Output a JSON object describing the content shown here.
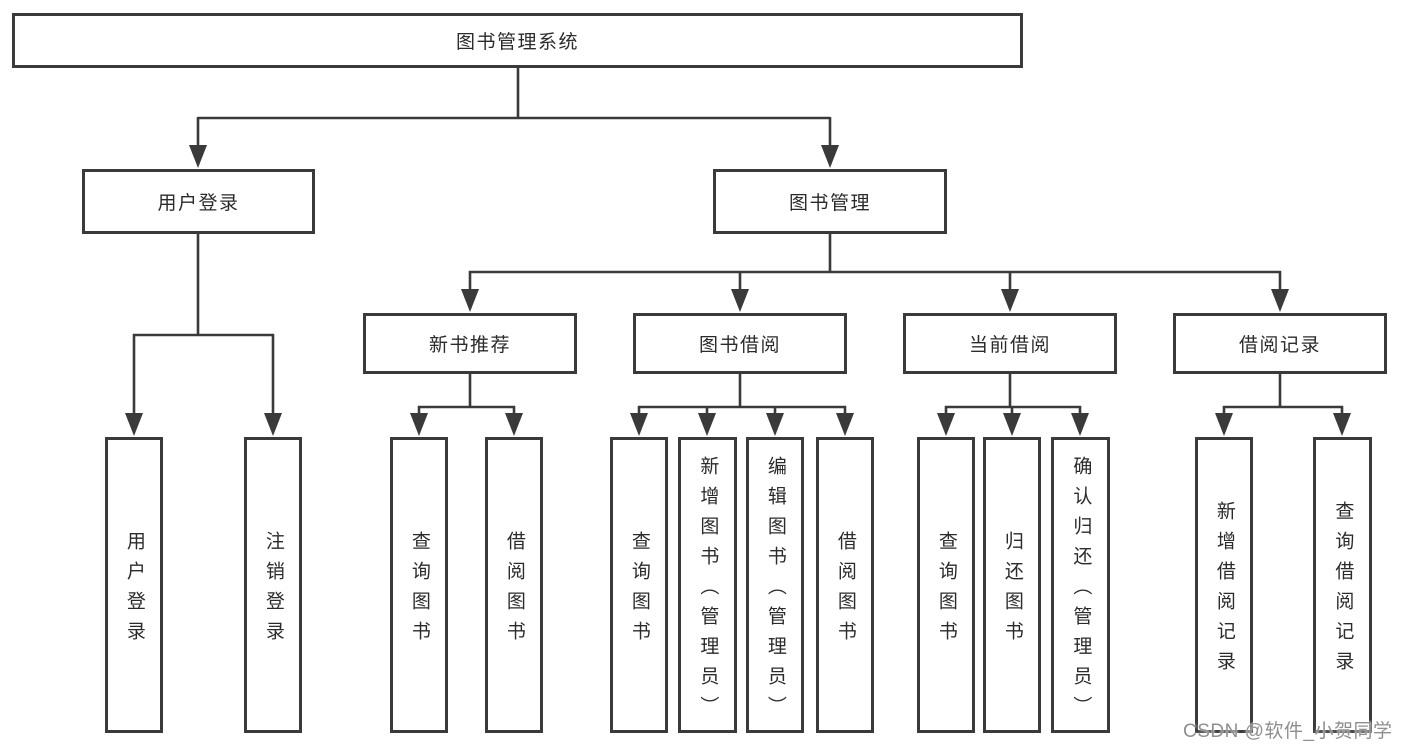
{
  "root": {
    "label": "图书管理系统"
  },
  "branches": [
    {
      "label": "用户登录",
      "children": [
        {
          "label": "用户登录"
        },
        {
          "label": "注销登录"
        }
      ]
    },
    {
      "label": "图书管理",
      "children": [
        {
          "label": "新书推荐",
          "children": [
            {
              "label": "查询图书"
            },
            {
              "label": "借阅图书"
            }
          ]
        },
        {
          "label": "图书借阅",
          "children": [
            {
              "label": "查询图书"
            },
            {
              "label": "新增图书（管理员）"
            },
            {
              "label": "编辑图书（管理员）"
            },
            {
              "label": "借阅图书"
            }
          ]
        },
        {
          "label": "当前借阅",
          "children": [
            {
              "label": "查询图书"
            },
            {
              "label": "归还图书"
            },
            {
              "label": "确认归还（管理员）"
            }
          ]
        },
        {
          "label": "借阅记录",
          "children": [
            {
              "label": "新增借阅记录"
            },
            {
              "label": "查询借阅记录"
            }
          ]
        }
      ]
    }
  ],
  "watermark": {
    "text": "CSDN @软件_小贺同学"
  },
  "colors": {
    "line": "#3a3a3a",
    "text": "#2b2b2b",
    "background": "#ffffff",
    "watermark": "#8f8f8f"
  }
}
